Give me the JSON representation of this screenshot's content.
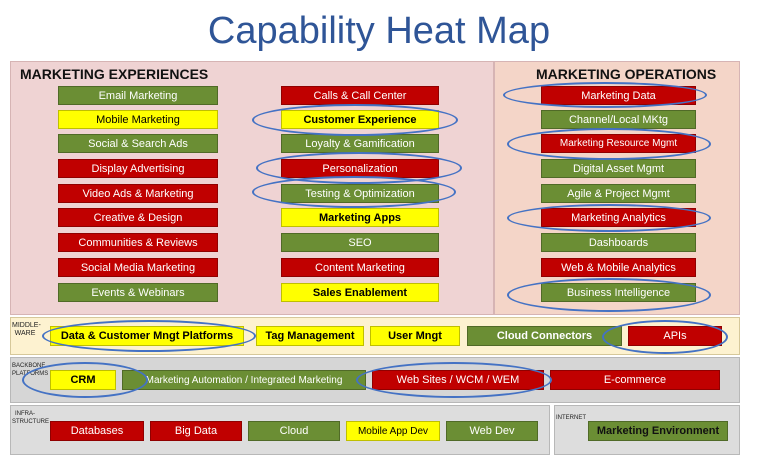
{
  "title": "Capability Heat Map",
  "sections": {
    "marketing_experiences": "MARKETING EXPERIENCES",
    "marketing_operations": "MARKETING OPERATIONS",
    "middleware": "MIDDLE-\nWARE",
    "backbone": "BACKBONE\nPLATFORMS",
    "infrastructure": "INFRA-\nSTRUCTURE",
    "internet": "INTERNET"
  },
  "me_left": [
    "Email Marketing",
    "Mobile Marketing",
    "Social & Search Ads",
    "Display Advertising",
    "Video Ads & Marketing",
    "Creative & Design",
    "Communities & Reviews",
    "Social Media Marketing",
    "Events & Webinars"
  ],
  "me_mid": [
    "Calls & Call Center",
    "Customer Experience",
    "Loyalty & Gamification",
    "Personalization",
    "Testing & Optimization",
    "Marketing Apps",
    "SEO",
    "Content Marketing",
    "Sales Enablement"
  ],
  "mo": [
    "Marketing Data",
    "Channel/Local MKtg",
    "Marketing Resource Mgmt",
    "Digital Asset Mgmt",
    "Agile & Project Mgmt",
    "Marketing Analytics",
    "Dashboards",
    "Web & Mobile Analytics",
    "Business Intelligence"
  ],
  "middleware": [
    "Data & Customer Mngt Platforms",
    "Tag Management",
    "User Mngt",
    "Cloud Connectors",
    "APIs"
  ],
  "backbone": [
    "CRM",
    "Marketing Automation / Integrated Marketing",
    "Web Sites / WCM / WEM",
    "E-commerce"
  ],
  "infrastructure": [
    "Databases",
    "Big Data",
    "Cloud",
    "Mobile App Dev",
    "Web Dev"
  ],
  "internet": [
    "Marketing Environment"
  ],
  "colors": {
    "green": "#6b8e34",
    "red": "#c00000",
    "yellow": "#ffff00",
    "highlight_ring": "#4472c4",
    "title": "#2f5597"
  }
}
